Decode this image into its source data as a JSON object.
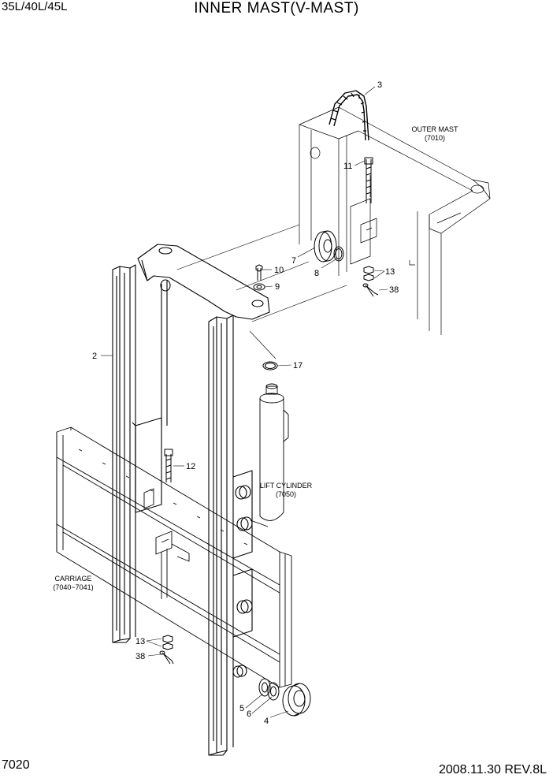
{
  "header": {
    "models": "35L/40L/45L",
    "title": "INNER MAST(V-MAST)"
  },
  "footer": {
    "page_code": "7020",
    "date_rev": "2008.11.30  REV.8L"
  },
  "notes": {
    "outer_mast": "OUTER MAST",
    "outer_mast_ref": "(7010)",
    "lift_cylinder": "LIFT CYLINDER",
    "lift_cylinder_ref": "(7050)",
    "carriage": "CARRIAGE",
    "carriage_ref": "(7040~7041)"
  },
  "callouts": {
    "c2": "2",
    "c3": "3",
    "c4": "4",
    "c5": "5",
    "c6": "6",
    "c7": "7",
    "c8": "8",
    "c9": "9",
    "c10": "10",
    "c11": "11",
    "c12": "12",
    "c13a": "13",
    "c13b": "13",
    "c17": "17",
    "c38a": "38",
    "c38b": "38"
  }
}
